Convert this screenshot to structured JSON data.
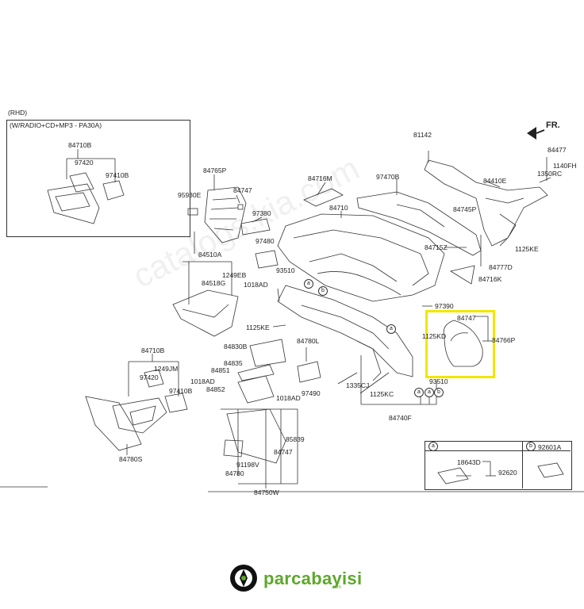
{
  "rhd_box": {
    "title": "(RHD)",
    "subtitle": "(W/RADIO+CD+MP3 - PA30A)",
    "labels": [
      "84710B",
      "97420",
      "97410B"
    ]
  },
  "front_indicator": "FR.",
  "labels": [
    "81142",
    "84477",
    "1140FH",
    "1350RC",
    "84410E",
    "97470B",
    "84716M",
    "84710",
    "84765P",
    "84747",
    "95930E",
    "97380",
    "97480",
    "84745P",
    "84715Z",
    "1125KE",
    "84777D",
    "84716K",
    "84510A",
    "1249EB",
    "84518G",
    "1018AD",
    "93510",
    "97390",
    "84747",
    "1125KD",
    "84766P",
    "1125KE",
    "84780L",
    "84830B",
    "84835",
    "84851",
    "84852",
    "97490",
    "1018AD",
    "84710B",
    "1249JM",
    "97420",
    "97410B",
    "1018AD",
    "1335CJ",
    "1125KC",
    "93510",
    "84740F",
    "84780S",
    "85839",
    "84747",
    "91198V",
    "84780",
    "84750W"
  ],
  "legend": {
    "a": {
      "letter": "a",
      "labels": [
        "18643D",
        "92620"
      ]
    },
    "b": {
      "letter": "b",
      "labels": [
        "92601A"
      ]
    }
  },
  "watermark": "catalogs.kia.com",
  "logo": {
    "brand": "parcabayisi",
    "sub": ".com"
  },
  "colors": {
    "highlight": "#f2e600",
    "brand": "#5da82a"
  }
}
